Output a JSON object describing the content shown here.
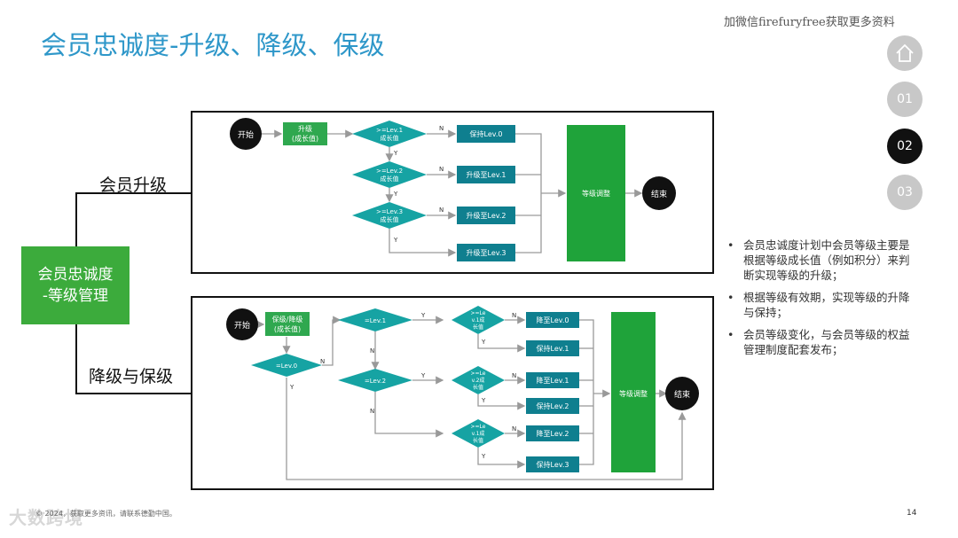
{
  "header": {
    "title": "会员忠诚度-升级、降级、保级",
    "watermark": "加微信firefuryfree获取更多资料"
  },
  "nav": {
    "home_icon": "home-icon",
    "items": [
      "01",
      "02",
      "03"
    ],
    "active_index": 1
  },
  "left": {
    "main_box": [
      "会员忠诚度",
      "-等级管理"
    ],
    "upgrade_label": "会员升级",
    "downgrade_label": "降级与保级"
  },
  "flow_upgrade": {
    "start": "开始",
    "action": [
      "升级",
      "(成长值)"
    ],
    "decisions": [
      [
        ">=Lev.1",
        "成长值"
      ],
      [
        ">=Lev.2",
        "成长值"
      ],
      [
        ">=Lev.3",
        "成长值"
      ]
    ],
    "results": [
      "保持Lev.0",
      "升级至Lev.1",
      "升级至Lev.2",
      "升级至Lev.3"
    ],
    "no": "N",
    "yes": "Y",
    "adjust": "等级调整",
    "end": "结束"
  },
  "flow_downgrade": {
    "start": "开始",
    "action": [
      "保级/降级",
      "(成长值)"
    ],
    "d0": "=Lev.0",
    "d1": "=Lev.1",
    "d2": "=Lev.2",
    "sub1": [
      ">=Le",
      "v.1成",
      "长值"
    ],
    "sub2": [
      ">=Le",
      "v.2成",
      "长值"
    ],
    "sub3": [
      ">=Le",
      "v.1成",
      "长值"
    ],
    "results": [
      "降至Lev.0",
      "保持Lev.1",
      "降至Lev.1",
      "保持Lev.2",
      "降至Lev.2",
      "保持Lev.3"
    ],
    "no": "N",
    "yes": "Y",
    "adjust": "等级调整",
    "end": "结束"
  },
  "bullets": [
    "会员忠诚度计划中会员等级主要是根据等级成长值（例如积分）来判断实现等级的升级；",
    "根据等级有效期，实现等级的升降与保持；",
    "会员等级变化，与会员等级的权益管理制度配套发布；"
  ],
  "footer": {
    "copyright": "© 2024，获取更多资讯，请联系德勤中国。",
    "page": "14",
    "logo_text": "大数跨境"
  }
}
